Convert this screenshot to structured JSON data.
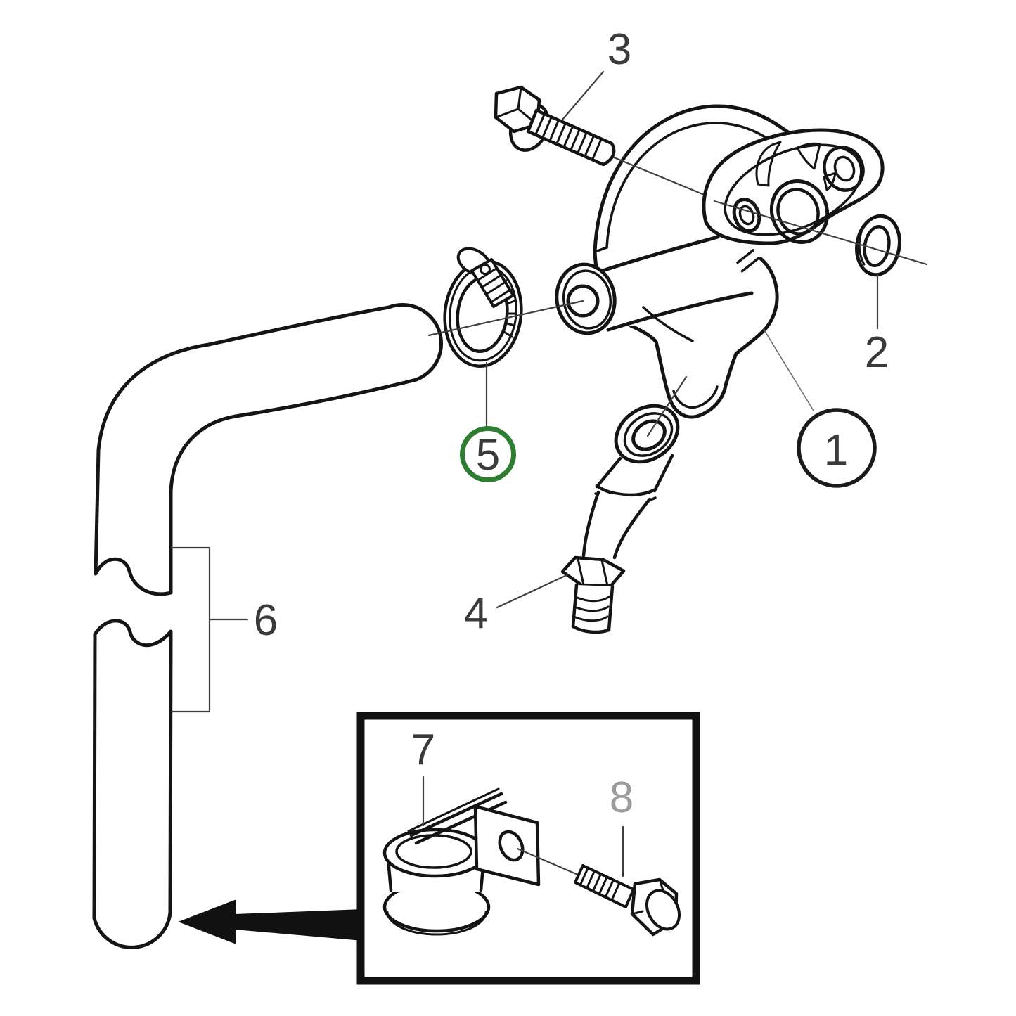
{
  "diagram": {
    "type": "exploded-parts-diagram",
    "background": "#ffffff",
    "colors": {
      "line": "#141414",
      "leader": "#3f3f3f",
      "label": "#3a3a3a",
      "label_muted": "#9b9b9b",
      "highlight": "#2e7d32"
    },
    "callouts": {
      "c1": {
        "label": "1",
        "style": "balloon"
      },
      "c2": {
        "label": "2",
        "style": "plain"
      },
      "c3": {
        "label": "3",
        "style": "plain"
      },
      "c4": {
        "label": "4",
        "style": "plain"
      },
      "c5": {
        "label": "5",
        "style": "highlight-ring"
      },
      "c6": {
        "label": "6",
        "style": "plain"
      },
      "c7": {
        "label": "7",
        "style": "plain"
      },
      "c8": {
        "label": "8",
        "style": "plain-muted"
      }
    }
  }
}
